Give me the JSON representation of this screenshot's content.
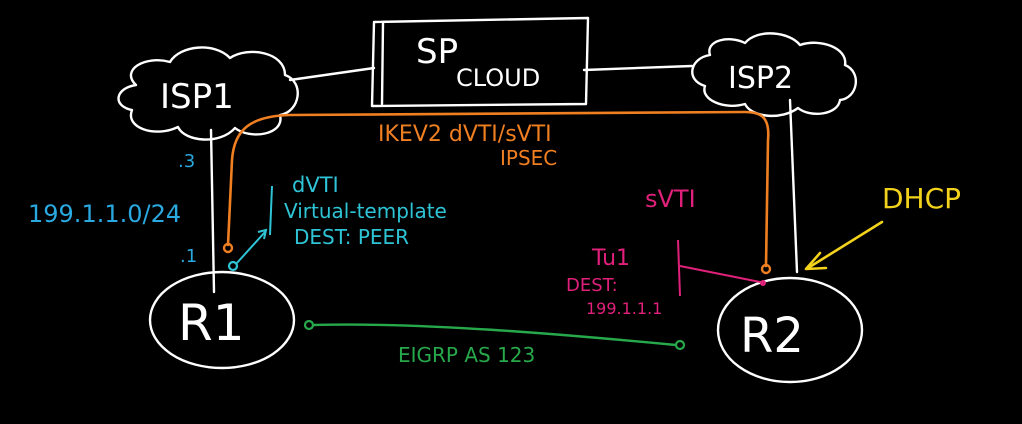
{
  "colors": {
    "background": "#000000",
    "ink": "#ffffff",
    "ipsec": "#f07f21",
    "dvti": "#2ec4d6",
    "subnet": "#2aa8e0",
    "svti": "#e0207a",
    "dhcp": "#f2d21b",
    "eigrp": "#27a84a"
  },
  "nodes": {
    "sp_cloud": "SP",
    "sp_cloud_sub": "CLOUD",
    "isp1": "ISP1",
    "isp2": "ISP2",
    "r1": "R1",
    "r2": "R2"
  },
  "labels": {
    "tunnel_top": "IKEV2 dVTI/sVTI",
    "tunnel_bottom": "IPSEC",
    "isp1_side": ".3",
    "r1_side": ".1",
    "subnet": "199.1.1.0/24",
    "dvti_title": "dVTI",
    "dvti_line1": "Virtual-template",
    "dvti_line2": "DEST: PEER",
    "svti_title": "sVTI",
    "tu1": "Tu1",
    "dest": "DEST:",
    "dest_ip": "199.1.1.1",
    "dhcp": "DHCP",
    "eigrp": "EIGRP AS 123"
  }
}
